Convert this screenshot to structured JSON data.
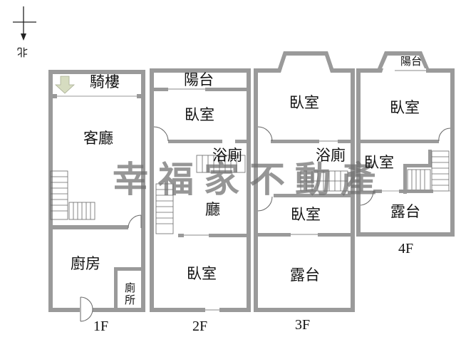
{
  "compass": {
    "direction_label": "北",
    "arrow": "down"
  },
  "watermark": "幸福家不動產",
  "colors": {
    "wall": "#8c8c8c",
    "wall_light": "#a8a8a8",
    "background": "#ffffff",
    "entrance_arrow": "#d6dcc0"
  },
  "floors": [
    {
      "id": "1F",
      "label": "1F",
      "rooms": [
        {
          "name": "騎樓"
        },
        {
          "name": "客廳"
        },
        {
          "name": "廚房"
        },
        {
          "name": "廁所"
        }
      ]
    },
    {
      "id": "2F",
      "label": "2F",
      "rooms": [
        {
          "name": "陽台"
        },
        {
          "name": "臥室"
        },
        {
          "name": "浴廁"
        },
        {
          "name": "廳"
        },
        {
          "name": "臥室"
        }
      ]
    },
    {
      "id": "3F",
      "label": "3F",
      "rooms": [
        {
          "name": "臥室"
        },
        {
          "name": "浴廁"
        },
        {
          "name": "臥室"
        },
        {
          "name": "露台"
        }
      ]
    },
    {
      "id": "4F",
      "label": "4F",
      "rooms": [
        {
          "name": "陽台"
        },
        {
          "name": "臥室"
        },
        {
          "name": "臥室"
        },
        {
          "name": "露台"
        }
      ]
    }
  ]
}
